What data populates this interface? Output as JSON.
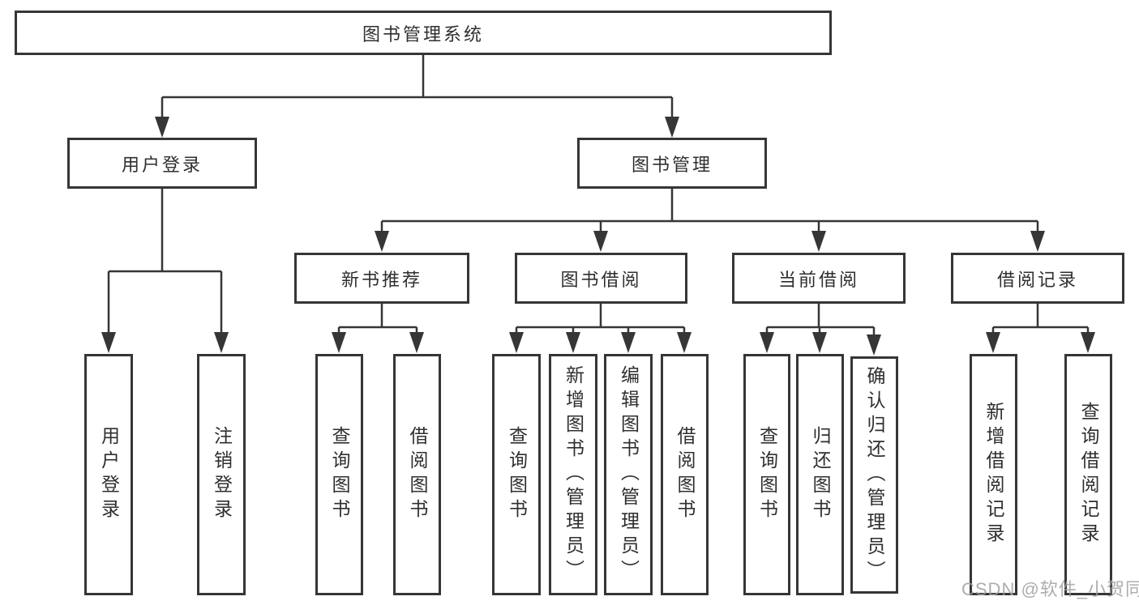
{
  "root_label": "图书管理系统",
  "nodes": {
    "user_login": {
      "label": "用户登录",
      "children": [
        "用户登录",
        "注销登录"
      ]
    },
    "book_mgmt": {
      "label": "图书管理"
    },
    "new_books": {
      "label": "新书推荐",
      "children": [
        "查询图书",
        "借阅图书"
      ]
    },
    "borrowing": {
      "label": "图书借阅",
      "children": [
        "查询图书",
        "新增图书（管理员）",
        "编辑图书（管理员）",
        "借阅图书"
      ]
    },
    "current": {
      "label": "当前借阅",
      "children": [
        "查询图书",
        "归还图书",
        "确认归还（管理员）"
      ]
    },
    "records": {
      "label": "借阅记录",
      "children": [
        "新增借阅记录",
        "查询借阅记录"
      ]
    }
  },
  "watermark": "CSDN @软件_小贺同学",
  "colors": {
    "line": "#363636",
    "text": "#2f2f2f",
    "background": "#ffffff",
    "watermark": "#9f9f9f"
  }
}
